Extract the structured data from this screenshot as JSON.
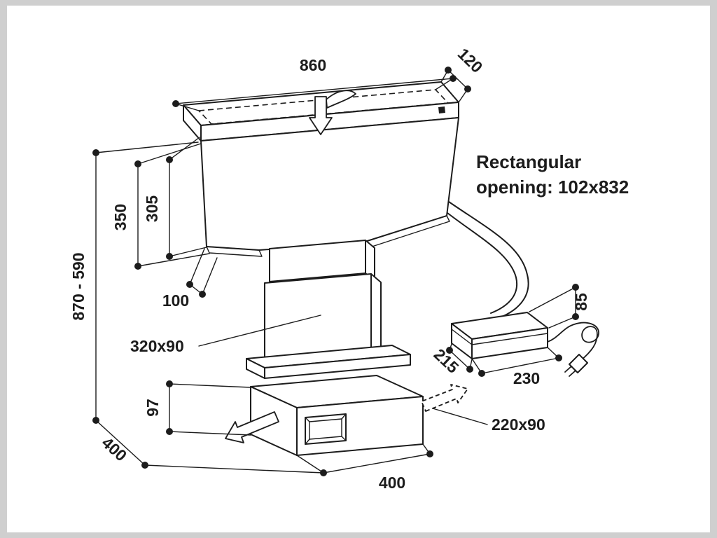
{
  "canvas": {
    "background": "#ffffff",
    "frame_color": "#cfcfcf",
    "line_color": "#1c1c1c"
  },
  "diagram": {
    "kind": "technical-dimension-drawing",
    "labels": {
      "top_width": "860",
      "top_depth": "120",
      "opening_line1": "Rectangular",
      "opening_line2": "opening: 102x832",
      "height_range": "870 - 590",
      "front_height": "350",
      "inner_height": "305",
      "bottom_offset": "100",
      "duct_section": "320x90",
      "plinth_height": "97",
      "base_depth": "400",
      "base_width": "400",
      "outlet_section": "220x90",
      "blower_depth": "215",
      "blower_width": "230",
      "blower_height": "85"
    }
  }
}
